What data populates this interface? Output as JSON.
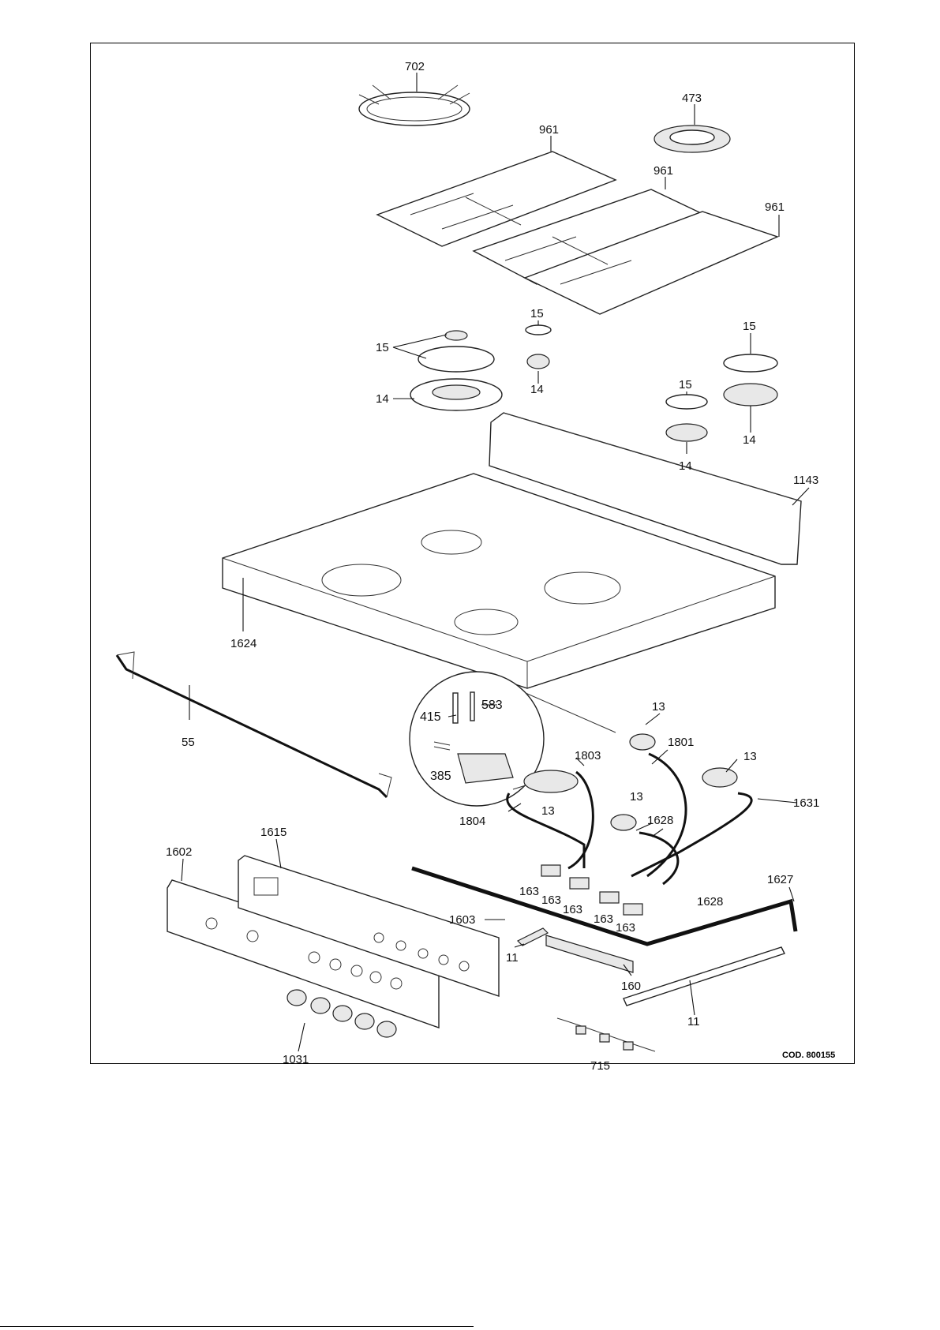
{
  "diagram": {
    "code_label": "COD. 800155",
    "callouts": [
      {
        "id": "702",
        "text": "702"
      },
      {
        "id": "473",
        "text": "473"
      },
      {
        "id": "961a",
        "text": "961"
      },
      {
        "id": "961b",
        "text": "961"
      },
      {
        "id": "961c",
        "text": "961"
      },
      {
        "id": "15a",
        "text": "15"
      },
      {
        "id": "15b",
        "text": "15"
      },
      {
        "id": "15c",
        "text": "15"
      },
      {
        "id": "15d",
        "text": "15"
      },
      {
        "id": "14a",
        "text": "14"
      },
      {
        "id": "14b",
        "text": "14"
      },
      {
        "id": "14c",
        "text": "14"
      },
      {
        "id": "14d",
        "text": "14"
      },
      {
        "id": "1143",
        "text": "1143"
      },
      {
        "id": "1624",
        "text": "1624"
      },
      {
        "id": "55",
        "text": "55"
      },
      {
        "id": "415",
        "text": "415"
      },
      {
        "id": "583",
        "text": "583"
      },
      {
        "id": "385",
        "text": "385"
      },
      {
        "id": "13a",
        "text": "13"
      },
      {
        "id": "13b",
        "text": "13"
      },
      {
        "id": "13c",
        "text": "13"
      },
      {
        "id": "13d",
        "text": "13"
      },
      {
        "id": "1801",
        "text": "1801"
      },
      {
        "id": "1803",
        "text": "1803"
      },
      {
        "id": "1804",
        "text": "1804"
      },
      {
        "id": "1631",
        "text": "1631"
      },
      {
        "id": "1628a",
        "text": "1628"
      },
      {
        "id": "1628b",
        "text": "1628"
      },
      {
        "id": "1627",
        "text": "1627"
      },
      {
        "id": "1615",
        "text": "1615"
      },
      {
        "id": "1602",
        "text": "1602"
      },
      {
        "id": "1603",
        "text": "1603"
      },
      {
        "id": "163a",
        "text": "163"
      },
      {
        "id": "163b",
        "text": "163"
      },
      {
        "id": "163c",
        "text": "163"
      },
      {
        "id": "163d",
        "text": "163"
      },
      {
        "id": "163e",
        "text": "163"
      },
      {
        "id": "11a",
        "text": "11"
      },
      {
        "id": "11b",
        "text": "11"
      },
      {
        "id": "160",
        "text": "160"
      },
      {
        "id": "1031",
        "text": "1031"
      },
      {
        "id": "715",
        "text": "715"
      }
    ]
  }
}
